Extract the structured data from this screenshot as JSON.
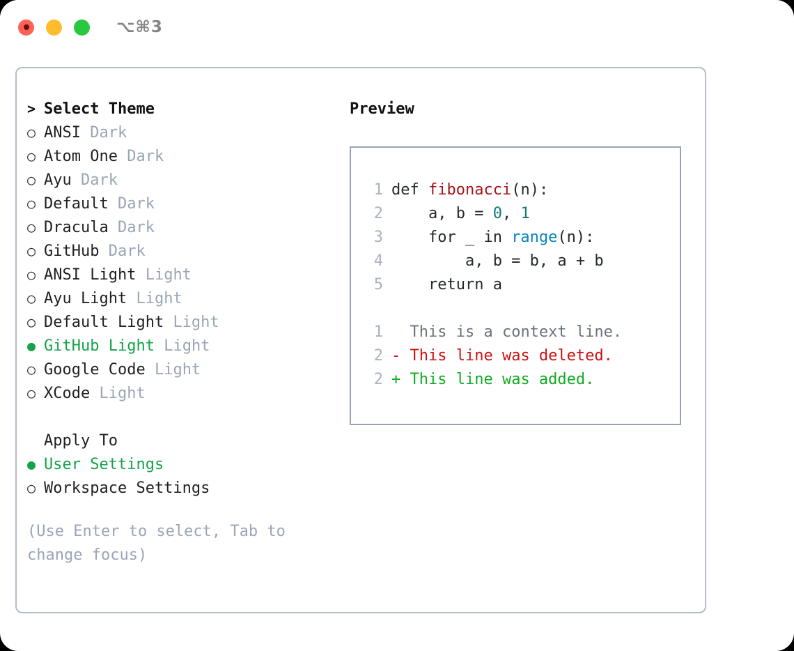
{
  "titlebar": {
    "shortcut": "⌥⌘3",
    "lights": [
      {
        "name": "close",
        "color": "#ff6159"
      },
      {
        "name": "minimize",
        "color": "#ffbd2e"
      },
      {
        "name": "maximize",
        "color": "#28c840"
      }
    ]
  },
  "theme_list": {
    "header_marker": ">",
    "header": "Select Theme",
    "items": [
      {
        "marker": "○",
        "name": "ANSI",
        "variant": "Dark",
        "selected": false
      },
      {
        "marker": "○",
        "name": "Atom One",
        "variant": "Dark",
        "selected": false
      },
      {
        "marker": "○",
        "name": "Ayu",
        "variant": "Dark",
        "selected": false
      },
      {
        "marker": "○",
        "name": "Default",
        "variant": "Dark",
        "selected": false
      },
      {
        "marker": "○",
        "name": "Dracula",
        "variant": "Dark",
        "selected": false
      },
      {
        "marker": "○",
        "name": "GitHub",
        "variant": "Dark",
        "selected": false
      },
      {
        "marker": "○",
        "name": "ANSI Light",
        "variant": "Light",
        "selected": false
      },
      {
        "marker": "○",
        "name": "Ayu Light",
        "variant": "Light",
        "selected": false
      },
      {
        "marker": "○",
        "name": "Default Light",
        "variant": "Light",
        "selected": false
      },
      {
        "marker": "●",
        "name": "GitHub Light",
        "variant": "Light",
        "selected": true
      },
      {
        "marker": "○",
        "name": "Google Code",
        "variant": "Light",
        "selected": false
      },
      {
        "marker": "○",
        "name": "XCode",
        "variant": "Light",
        "selected": false
      }
    ]
  },
  "apply_to": {
    "header": "Apply To",
    "options": [
      {
        "marker": "●",
        "label": "User Settings",
        "selected": true
      },
      {
        "marker": "○",
        "label": "Workspace Settings",
        "selected": false
      }
    ]
  },
  "hint": "(Use Enter to select, Tab to change focus)",
  "preview": {
    "title": "Preview",
    "code_lines": [
      {
        "no": "1",
        "segments": [
          {
            "text": "def ",
            "tok": "plain"
          },
          {
            "text": "fibonacci",
            "tok": "fn"
          },
          {
            "text": "(n):",
            "tok": "plain"
          }
        ]
      },
      {
        "no": "2",
        "segments": [
          {
            "text": "    a, b = ",
            "tok": "plain"
          },
          {
            "text": "0",
            "tok": "num"
          },
          {
            "text": ", ",
            "tok": "plain"
          },
          {
            "text": "1",
            "tok": "num"
          }
        ]
      },
      {
        "no": "3",
        "segments": [
          {
            "text": "    for _ in ",
            "tok": "plain"
          },
          {
            "text": "range",
            "tok": "call"
          },
          {
            "text": "(n):",
            "tok": "plain"
          }
        ]
      },
      {
        "no": "4",
        "segments": [
          {
            "text": "        a, b = b, a + b",
            "tok": "plain"
          }
        ]
      },
      {
        "no": "5",
        "segments": [
          {
            "text": "    return a",
            "tok": "plain"
          }
        ]
      }
    ],
    "diff_lines": [
      {
        "no": "1",
        "sign": " ",
        "text": "This is a context line.",
        "kind": "ctx"
      },
      {
        "no": "2",
        "sign": "-",
        "text": "This line was deleted.",
        "kind": "del"
      },
      {
        "no": "2",
        "sign": "+",
        "text": "This line was added.",
        "kind": "add"
      }
    ]
  },
  "colors": {
    "accent_green": "#14a349",
    "muted": "#9aa5b4",
    "border": "#b3bccb",
    "preview_border": "#98a4b5",
    "token_function": "#a31515",
    "token_number": "#0f7a7a",
    "token_call": "#0a84c0",
    "diff_added": "#11aa22",
    "diff_deleted": "#cc1111",
    "diff_context": "#6a737d"
  }
}
